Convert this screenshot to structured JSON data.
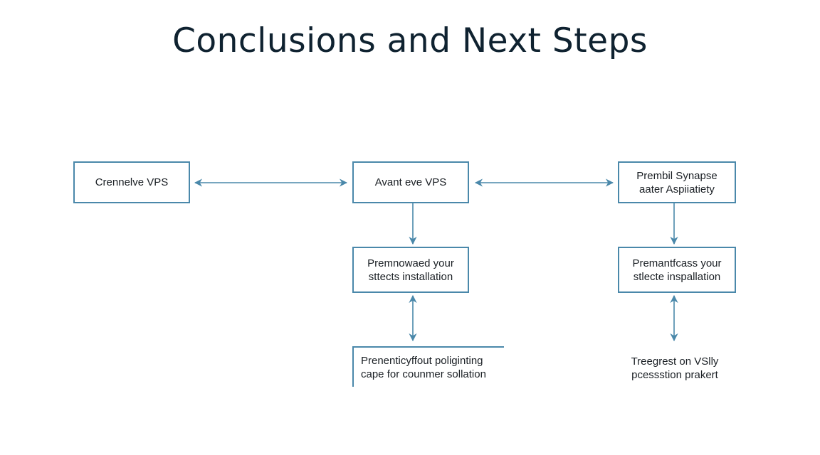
{
  "title": "Conclusions and Next Steps",
  "colors": {
    "title": "#0f2230",
    "border": "#4a88aa",
    "arrow": "#4a88aa",
    "text": "#1a1f24"
  },
  "nodes": {
    "left": {
      "line1": "Crennelve VPS"
    },
    "middle": {
      "line1": "Avant eve VPS"
    },
    "right": {
      "line1": "Prembil Synapse",
      "line2": "aater Aspiiatiety"
    },
    "middle_sub": {
      "line1": "Premnowaed your",
      "line2": "sttects installation"
    },
    "right_sub": {
      "line1": "Premantfcass your",
      "line2": "stlecte inspallation"
    },
    "middle_bottom": {
      "line1": "Prenenticyffout poliginting",
      "line2": "cape for counmer sollation"
    },
    "right_bottom": {
      "line1": "Treegrest on VSlly",
      "line2": "pcessstion prakert"
    }
  }
}
